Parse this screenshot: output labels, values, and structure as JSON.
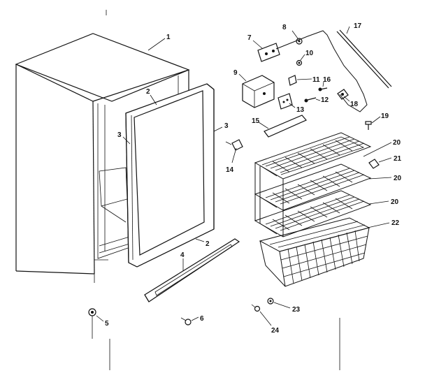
{
  "callouts": {
    "c1": "1",
    "c2a": "2",
    "c2b": "2",
    "c3a": "3",
    "c3b": "3",
    "c4": "4",
    "c5": "5",
    "c6": "6",
    "c7": "7",
    "c8": "8",
    "c9": "9",
    "c10": "10",
    "c11": "11",
    "c12": "12",
    "c13": "13",
    "c14": "14",
    "c15": "15",
    "c16": "16",
    "c17": "17",
    "c18": "18",
    "c19": "19",
    "c20a": "20",
    "c20b": "20",
    "c20c": "20",
    "c21": "21",
    "c22": "22",
    "c23": "23",
    "c24": "24"
  }
}
